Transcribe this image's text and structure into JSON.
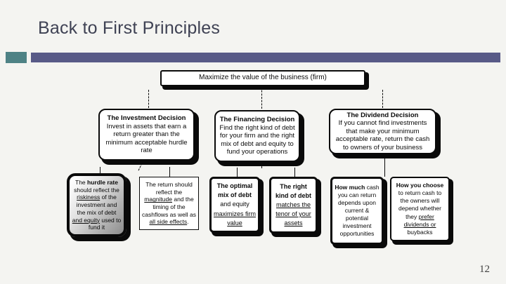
{
  "slide": {
    "title": "Back to First Principles",
    "page_number": "12",
    "colors": {
      "accent_teal": "#4e8285",
      "accent_purple": "#585a87",
      "title_text": "#3f4254",
      "diagram_ink": "#0a0a0a",
      "background": "#f4f4f1"
    }
  },
  "diagram": {
    "root": {
      "text": "Maximize the value of the business (firm)"
    },
    "decisions": [
      {
        "title": "The Investment Decision",
        "body": "Invest in assets that earn a return greater than the minimum acceptable hurdle rate"
      },
      {
        "title": "The Financing Decision",
        "body": "Find the right kind of debt for your firm and the right mix of debt and equity to fund your operations"
      },
      {
        "title": "The Dividend Decision",
        "body": "If you cannot find investments that make your minimum acceptable rate, return the cash to owners of your business"
      }
    ],
    "details": {
      "hurdle": {
        "t1": "The ",
        "b1": "hurdle rate",
        "t2": " should reflect the ",
        "u1": "riskiness",
        "t3": " of the investment and the mix of debt ",
        "u2": "and equity",
        "t4": " used to fund it"
      },
      "return": {
        "t1": "The return should reflect the ",
        "u1": "magnitude",
        "t2": " and the timing of the cashflows as well as ",
        "u2": "all side effects",
        "t3": "."
      },
      "optimal": {
        "b1": "The optimal mix of debt",
        "t1": " and equity ",
        "u1": "maximizes firm value"
      },
      "rightkind": {
        "b1": "The right kind of debt",
        "t1": " ",
        "u1": "matches the tenor of your assets"
      },
      "howmuch": {
        "b1": "How much",
        "t1": " cash you can return depends upon current & potential investment opportunities"
      },
      "howchoose": {
        "b1": "How you choose",
        "t1": " to return cash to the owners will depend whether they ",
        "u1": "prefer dividends or",
        "t2": " buybacks"
      }
    }
  }
}
